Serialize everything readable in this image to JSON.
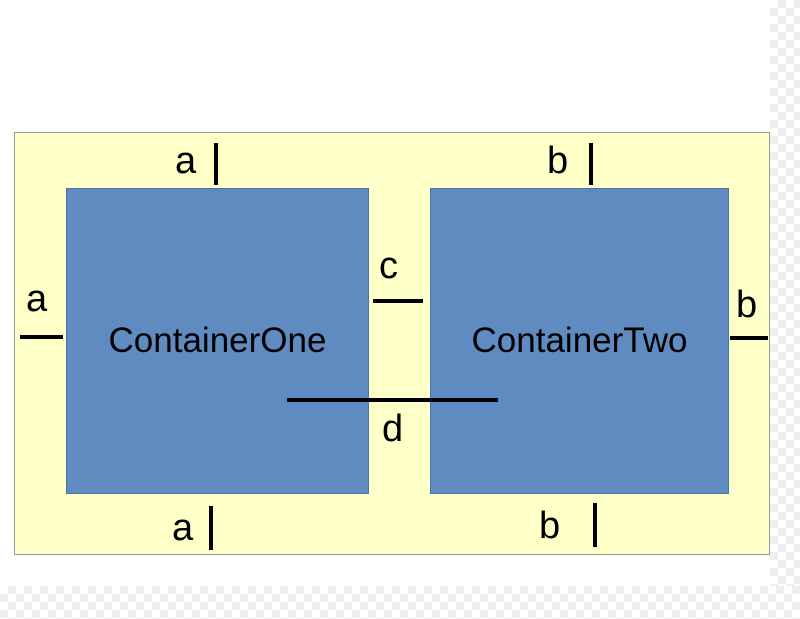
{
  "diagram": {
    "container_one": {
      "label": "ContainerOne"
    },
    "container_two": {
      "label": "ContainerTwo"
    },
    "labels": {
      "a": "a",
      "b": "b",
      "c": "c",
      "d": "d"
    },
    "colors": {
      "outer_fill": "#ffffc8",
      "container_fill": "#5f8bc1",
      "marker": "#000000"
    }
  }
}
